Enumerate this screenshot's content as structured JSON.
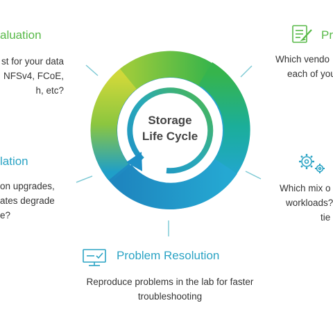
{
  "sections": {
    "evaluation": {
      "title": "aluation",
      "lines": [
        "st for your data",
        "NFSv4, FCoE,",
        "h, etc?"
      ]
    },
    "procurement": {
      "title": "Pr",
      "lines": [
        "Which vendo",
        "each of you"
      ]
    },
    "installation": {
      "title": "lation",
      "lines": [
        "on upgrades,",
        "ates degrade",
        "e?"
      ]
    },
    "configuration": {
      "lines": [
        "Which mix o",
        "workloads?",
        "tie"
      ]
    },
    "problem_resolution": {
      "title": "Problem Resolution",
      "lines": [
        "Reproduce problems in the lab for faster",
        "troubleshooting"
      ]
    }
  },
  "center": {
    "line1": "Storage",
    "line2": "Life Cycle"
  },
  "icons": {
    "procurement": "document-checklist-icon",
    "configuration": "gears-icon",
    "problem_resolution": "monitor-check-icon"
  },
  "colors": {
    "green": "#57b947",
    "blue": "#2aa3c4",
    "ring_yellow_green": "#c6d337",
    "ring_green": "#4fb847",
    "ring_teal": "#23b19b",
    "ring_blue": "#22a0cc"
  }
}
